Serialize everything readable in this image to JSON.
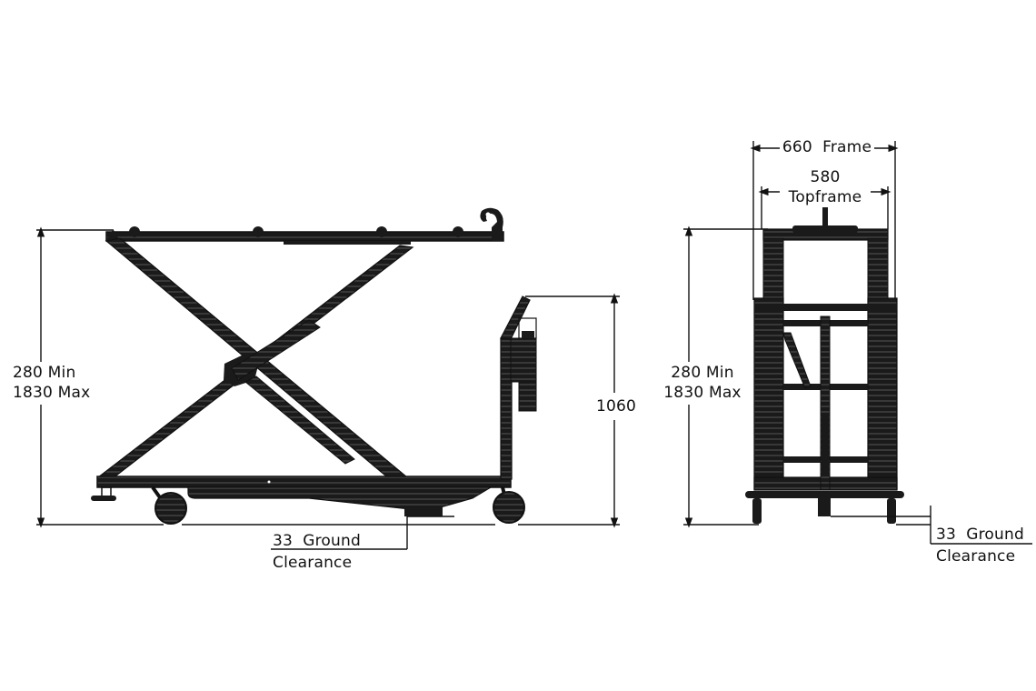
{
  "drawing": {
    "title": "Scissor lift trolley dimension drawing",
    "stroke_color": "#111111",
    "fill_color": "#1a1a1a",
    "hatch_color": "#555555",
    "background": "#ffffff"
  },
  "side_view": {
    "height_dimension": {
      "line1": "280 Min",
      "line2": "1830 Max"
    },
    "handle_height": {
      "value": "1060"
    },
    "ground_clearance": {
      "line1": "33  Ground",
      "line2": "Clearance"
    }
  },
  "front_view": {
    "frame_width": {
      "label": "660  Frame"
    },
    "topframe_width": {
      "line1": "580",
      "line2": "Topframe"
    },
    "height_dimension": {
      "line1": "280 Min",
      "line2": "1830 Max"
    },
    "ground_clearance": {
      "line1": "33  Ground",
      "line2": "Clearance"
    }
  }
}
